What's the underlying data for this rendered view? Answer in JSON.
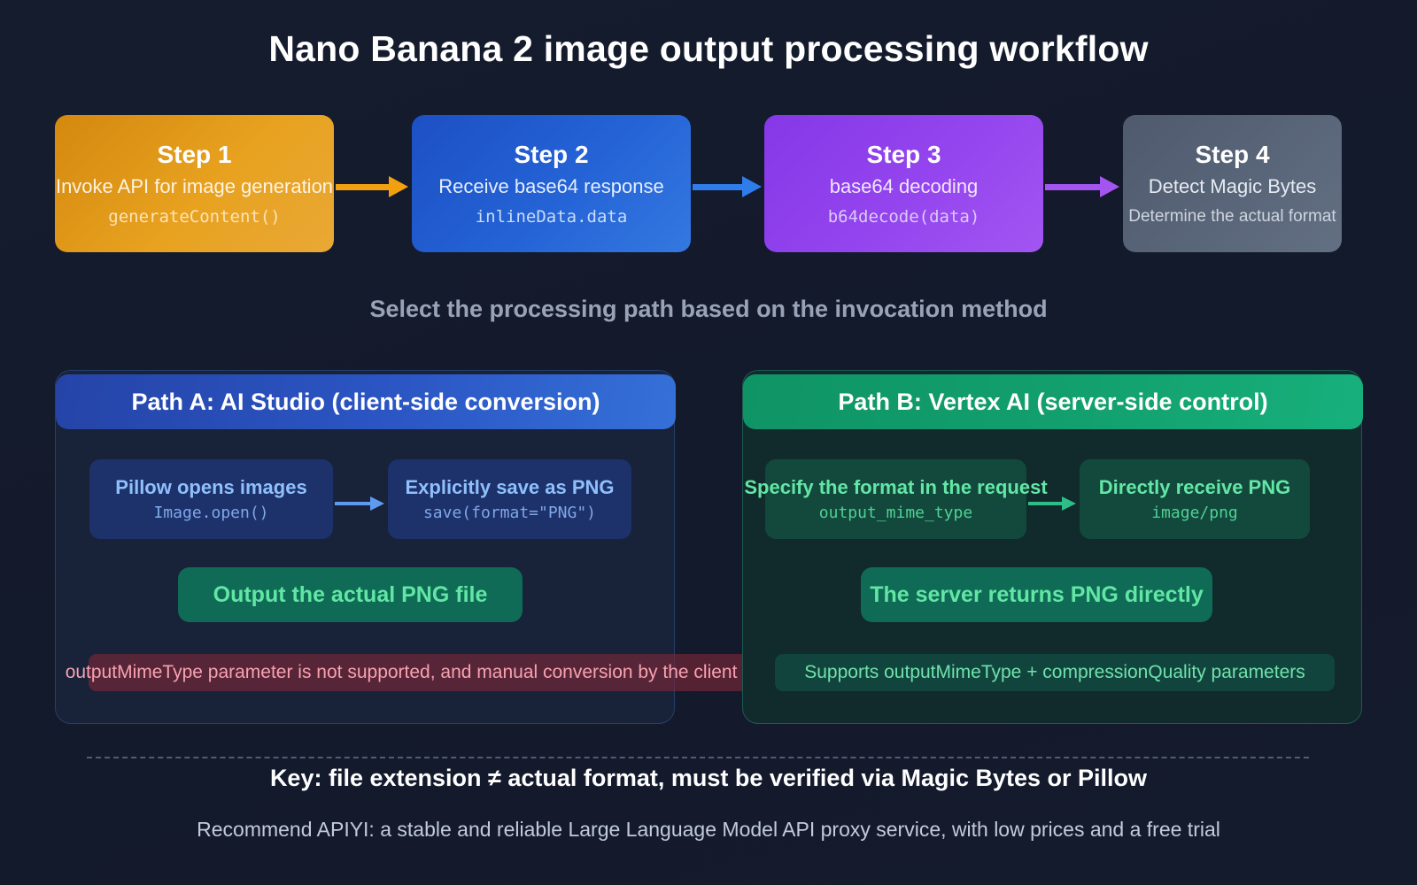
{
  "title": "Nano Banana 2 image output processing workflow",
  "steps": [
    {
      "title": "Step 1",
      "subtitle": "Invoke API for image generation",
      "code": "generateContent()",
      "color": "#e8a21f"
    },
    {
      "title": "Step 2",
      "subtitle": "Receive base64 response",
      "code": "inlineData.data",
      "color": "#2463d6"
    },
    {
      "title": "Step 3",
      "subtitle": "base64 decoding",
      "code": "b64decode(data)",
      "color": "#9445ee"
    },
    {
      "title": "Step 4",
      "subtitle": "Detect Magic Bytes",
      "code": "Determine the actual format",
      "color": "#596578"
    }
  ],
  "arrows": [
    {
      "name": "step1-to-step2",
      "color": "#f2a00f"
    },
    {
      "name": "step2-to-step3",
      "color": "#2f7ceb"
    },
    {
      "name": "step3-to-step4",
      "color": "#a455f0"
    }
  ],
  "select_caption": "Select the processing path based on the invocation method",
  "path_a": {
    "header": "Path A: AI Studio (client-side conversion)",
    "header_color": "#2b56c4",
    "boxes": [
      {
        "label": "Pillow opens images",
        "code": "Image.open()"
      },
      {
        "label": "Explicitly save as PNG",
        "code": "save(format=\"PNG\")"
      }
    ],
    "arrow_color": "#5e9bf0",
    "result": "Output the actual PNG file",
    "note": "outputMimeType parameter is not supported, and manual conversion by the client is required",
    "note_color": "#f8a1b0"
  },
  "path_b": {
    "header": "Path B: Vertex AI (server-side control)",
    "header_color": "#12a06e",
    "boxes": [
      {
        "label": "Specify the format in the request",
        "code": "output_mime_type"
      },
      {
        "label": "Directly receive PNG",
        "code": "image/png"
      }
    ],
    "arrow_color": "#2fbd87",
    "result": "The server returns PNG directly",
    "note": "Supports outputMimeType + compressionQuality parameters",
    "note_color": "#6fe2ab"
  },
  "footer": {
    "key_line": "Key: file extension ≠ actual format, must be verified via Magic Bytes or Pillow",
    "recommend_line": "Recommend APIYI: a stable and reliable Large Language Model API proxy service, with low prices and a free trial"
  }
}
